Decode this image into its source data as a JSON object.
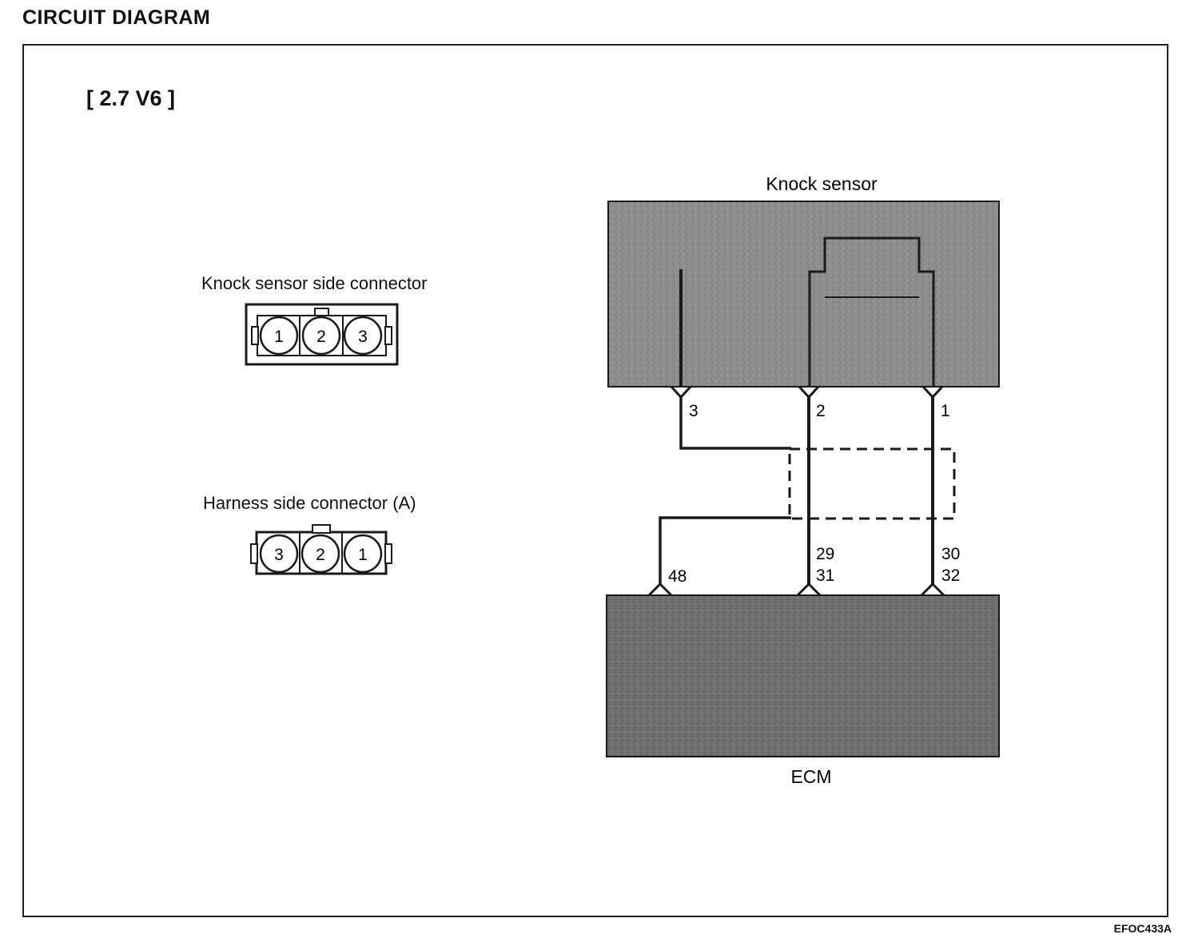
{
  "header": {
    "title": "CIRCUIT DIAGRAM"
  },
  "engine_variant": "[ 2.7 V6 ]",
  "connectors": {
    "sensor_side": {
      "label": "Knock sensor side connector",
      "pins": [
        "1",
        "2",
        "3"
      ]
    },
    "harness_side": {
      "label": "Harness side connector (A)",
      "pins": [
        "3",
        "2",
        "1"
      ]
    }
  },
  "schematic": {
    "sensor_label": "Knock sensor",
    "ecm_label": "ECM",
    "sensor_pins": [
      "3",
      "2",
      "1"
    ],
    "ecm_pins": [
      "48",
      "29",
      "31",
      "30",
      "32"
    ]
  },
  "figure_id": "EFOC433A",
  "colors": {
    "line": "#1a1a1a",
    "component_fill": "#8f8f8f",
    "ecm_fill": "#6f6f6f"
  }
}
